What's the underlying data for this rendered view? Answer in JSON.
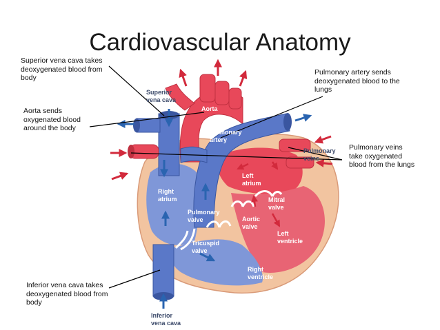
{
  "title": "Cardiovascular Anatomy",
  "annotations": {
    "svc": [
      "Superior vena cava takes",
      "deoxygenated blood from",
      "body"
    ],
    "aorta": [
      "Aorta sends",
      "oxygenated blood",
      "around the body"
    ],
    "pa": [
      "Pulmonary artery sends",
      "deoxygenated blood to the",
      "lungs"
    ],
    "pv": [
      "Pulmonary veins",
      "take oxygenated",
      "blood from the lungs"
    ],
    "ivc": [
      "Inferior vena cava takes",
      "deoxygenated blood from",
      "body"
    ]
  },
  "labels": {
    "superior_vena_cava": [
      "Superior",
      "vena cava"
    ],
    "aorta": "Aorta",
    "pulmonary_artery": [
      "Pulmonary",
      "artery"
    ],
    "pulmonary_veins": [
      "Pulmonary",
      "veins"
    ],
    "left_atrium": [
      "Left",
      "atrium"
    ],
    "right_atrium": [
      "Right",
      "atrium"
    ],
    "mitral_valve": [
      "Mitral",
      "valve"
    ],
    "pulmonary_valve": [
      "Pulmonary",
      "valve"
    ],
    "aortic_valve": [
      "Aortic",
      "valve"
    ],
    "left_ventricle": [
      "Left",
      "ventricle"
    ],
    "tricuspid_valve": [
      "Tricuspid",
      "valve"
    ],
    "right_ventricle": [
      "Right",
      "ventricle"
    ],
    "inferior_vena_cava": [
      "Inferior",
      "vena cava"
    ]
  },
  "colors": {
    "oxygenated": "#e8485a",
    "deoxygenated": "#5a78c8",
    "outer_wall": "#f2c4a0",
    "arrow_red": "#d22a3c",
    "arrow_blue": "#2a64b0"
  }
}
